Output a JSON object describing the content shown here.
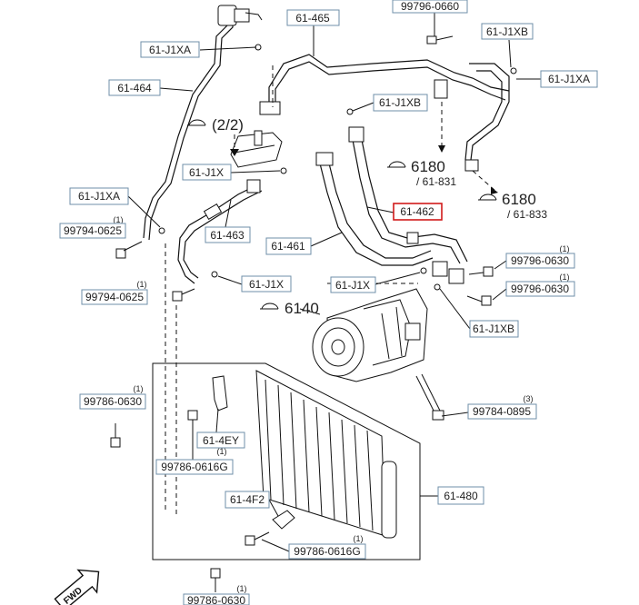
{
  "callouts": {
    "c_61_465": "61-465",
    "c_99796_0660_top": "99796-0660",
    "c_61_j1xb_top": "61-J1XB",
    "c_61_j1xa_top": "61-J1XA",
    "c_61_j1xa_right": "61-J1XA",
    "c_61_464": "61-464",
    "c_61_j1xb_mid": "61-J1XB",
    "c_61_j1x_a": "61-J1X",
    "c_61_j1xa_left": "61-J1XA",
    "c_99794_0625_a": "99794-0625",
    "c_61_463": "61-463",
    "c_61_462": "61-462",
    "c_61_461": "61-461",
    "c_99796_0630_a": "99796-0630",
    "c_99796_0630_b": "99796-0630",
    "c_61_j1x_b": "61-J1X",
    "c_61_j1x_c": "61-J1X",
    "c_99794_0625_b": "99794-0625",
    "c_61_j1xb_low": "61-J1XB",
    "c_99786_0630_a": "99786-0630",
    "c_99784_0895": "99784-0895",
    "c_61_4ey": "61-4EY",
    "c_99786_0616g_a": "99786-0616G",
    "c_61_480": "61-480",
    "c_61_4f2": "61-4F2",
    "c_99786_0616g_b": "99786-0616G",
    "c_99786_0630_b": "99786-0630"
  },
  "quantities": {
    "q_99794_0625_a": "(1)",
    "q_99794_0625_b": "(1)",
    "q_99796_0630_a": "(1)",
    "q_99796_0630_b": "(1)",
    "q_99786_0630_a": "(1)",
    "q_99784_0895": "(3)",
    "q_99786_0616g_a": "(1)",
    "q_99786_0616g_b": "(1)",
    "q_99786_0630_b": "(1)"
  },
  "references": {
    "page_ref": "(2/2)",
    "ref_6180_a": "6180",
    "ref_6180_a_sub": "/ 61-831",
    "ref_6180_b": "6180",
    "ref_6180_b_sub": "/ 61-833",
    "ref_6140": "6140"
  },
  "fwd_label": "FWD",
  "colors": {
    "callout_border": "#6f8fa8",
    "highlight_border": "#d11a1a",
    "line": "#111111"
  }
}
